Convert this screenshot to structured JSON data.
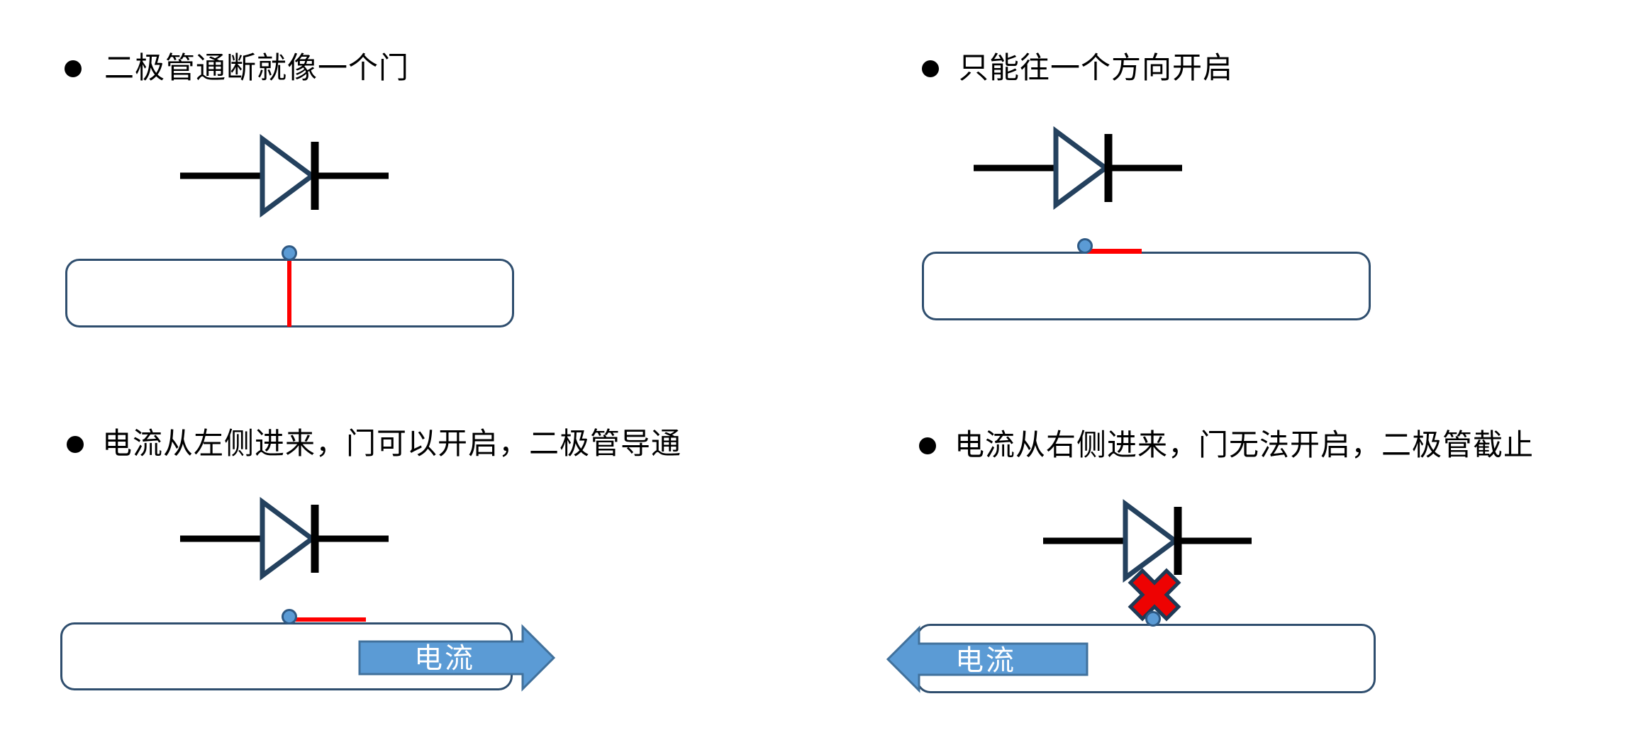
{
  "slide": {
    "panels": {
      "top_left": {
        "bullet_text": "二极管通断就像一个门",
        "door_state": "closed"
      },
      "top_right": {
        "bullet_text": "只能往一个方向开启",
        "door_state": "open"
      },
      "bottom_left": {
        "bullet_text": "电流从左侧进来，门可以开启，二极管导通",
        "door_state": "open",
        "arrow": {
          "label": "电流",
          "direction": "right"
        }
      },
      "bottom_right": {
        "bullet_text": "电流从右侧进来，门无法开启，二极管截止",
        "door_state": "blocked",
        "arrow": {
          "label": "电流",
          "direction": "left"
        }
      }
    },
    "colors": {
      "lead_black": "#000000",
      "diode_outline": "#24415E",
      "frame_border": "#2F4E6E",
      "hinge_fill": "#5B9BD5",
      "hinge_stroke": "#2E5984",
      "door_red": "#FF0000",
      "arrow_fill": "#5B9BD5",
      "arrow_border": "#41719C",
      "arrow_text": "#FFFFFF",
      "cross_fill": "#EE0202",
      "cross_stroke": "#1E3A56",
      "text": "#000000"
    }
  }
}
